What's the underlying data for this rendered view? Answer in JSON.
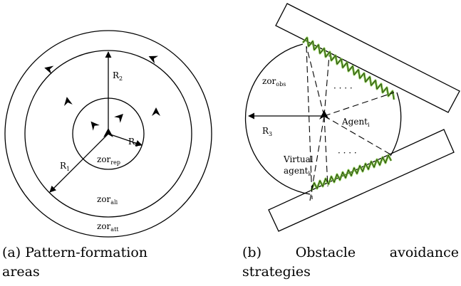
{
  "panel_a": {
    "labels": {
      "r2": "R",
      "r2_sub": "2",
      "r0": "R",
      "r0_sub": "0",
      "r1": "R",
      "r1_sub": "1",
      "zor_rep": "zor",
      "zor_rep_sub": "rep",
      "zor_ali": "zor",
      "zor_ali_sub": "ali",
      "zor_att": "zor",
      "zor_att_sub": "att"
    },
    "caption_line1": "(a)  Pattern-formation",
    "caption_line2": "areas"
  },
  "panel_b": {
    "labels": {
      "zor_obs": "zor",
      "zor_obs_sub": "obs",
      "r3": "R",
      "r3_sub": "3",
      "agent_i": "Agent",
      "agent_i_sub": "i",
      "virtual1": "Virtual",
      "virtual2": "agent",
      "virtual2_sub": "k",
      "dots_top": "· · · ·",
      "dots_bottom": "· · · ·"
    },
    "caption_parts": [
      "(b)",
      "Obstacle",
      "avoidance"
    ],
    "caption_line2": "strategies"
  },
  "colors": {
    "stroke": "#000000",
    "spring": "#7dc242"
  }
}
